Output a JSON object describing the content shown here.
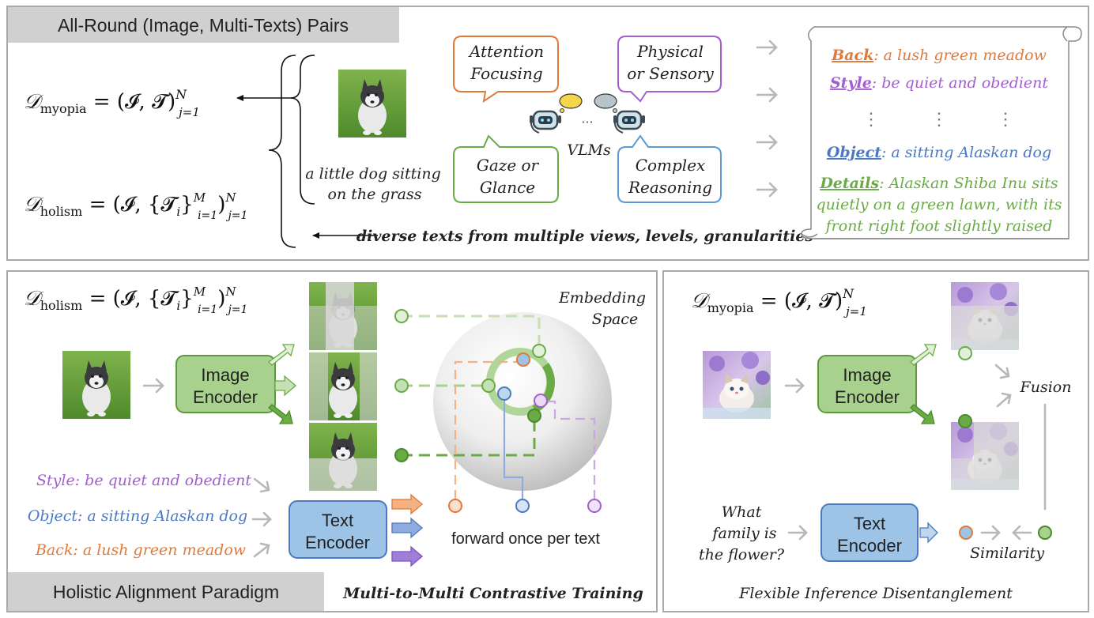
{
  "top_panel": {
    "header": "All-Round (Image, Multi-Texts) Pairs",
    "formula_myopia": {
      "D": "𝒟",
      "sub": "myopia",
      "eq": " = (𝓘, 𝓣)",
      "sup": "N",
      "idx": "j=1"
    },
    "formula_holism": {
      "D": "𝒟",
      "sub": "holism",
      "eq": " = (𝓘, {𝓣",
      "i": "i",
      "mid": "}",
      "supM": "M",
      "idxi": "i=1",
      "close": ")",
      "supN": "N",
      "idxj": "j=1"
    },
    "caption_line1": "a little dog sitting",
    "caption_line2": "on the grass",
    "bubbles": {
      "attention_1": "Attention",
      "attention_2": "Focusing",
      "physical_1": "Physical",
      "physical_2": "or Sensory",
      "gaze_1": "Gaze or",
      "gaze_2": "Glance",
      "complex_1": "Complex",
      "complex_2": "Reasoning"
    },
    "vlms_label": "VLMs",
    "ellipsis": "···",
    "diverse_texts": "diverse texts from multiple views, levels, granularities",
    "scroll": {
      "back_key": "Back",
      "back_val": ": a lush green meadow",
      "style_key": "Style",
      "style_val": ": be quiet and obedient",
      "object_key": "Object",
      "object_val": ": a sitting Alaskan dog",
      "details_key": "Details",
      "details_val1": ": Alaskan Shiba Inu sits",
      "details_val2": "quietly on a green lawn, with its",
      "details_val3": "front right foot slightly raised",
      "vdots": "⋮"
    }
  },
  "left_panel": {
    "formula_holism": {
      "D": "𝒟",
      "sub": "holism",
      "eq": " = (𝓘, {𝓣",
      "i": "i",
      "mid": "}",
      "supM": "M",
      "idxi": "i=1",
      "close": ")",
      "supN": "N",
      "idxj": "j=1"
    },
    "image_encoder_1": "Image",
    "image_encoder_2": "Encoder",
    "text_encoder_1": "Text",
    "text_encoder_2": "Encoder",
    "embedding_1": "Embedding",
    "embedding_2": "Space",
    "style_text": "Style: be quiet and obedient",
    "object_text": "Object: a sitting Alaskan dog",
    "back_text": "Back: a lush green meadow",
    "forward_text": "forward once per text",
    "footer_label": "Holistic Alignment Paradigm",
    "caption": "Multi-to-Multi Contrastive Training"
  },
  "right_panel": {
    "formula_myopia": {
      "D": "𝒟",
      "sub": "myopia",
      "eq": " = (𝓘, 𝓣)",
      "sup": "N",
      "idx": "j=1"
    },
    "image_encoder_1": "Image",
    "image_encoder_2": "Encoder",
    "text_encoder_1": "Text",
    "text_encoder_2": "Encoder",
    "fusion": "Fusion",
    "question_1": "What",
    "question_2": "family is",
    "question_3": "the flower?",
    "similarity": "Similarity",
    "caption": "Flexible Inference Disentanglement"
  },
  "colors": {
    "orange": "#e07a3a",
    "purple": "#a25fcf",
    "green": "#6aab45",
    "blue": "#4d79c0",
    "enc_green": "#a9d18e",
    "enc_blue": "#9dc3e6",
    "gray_arrow": "#b8b8b8"
  }
}
